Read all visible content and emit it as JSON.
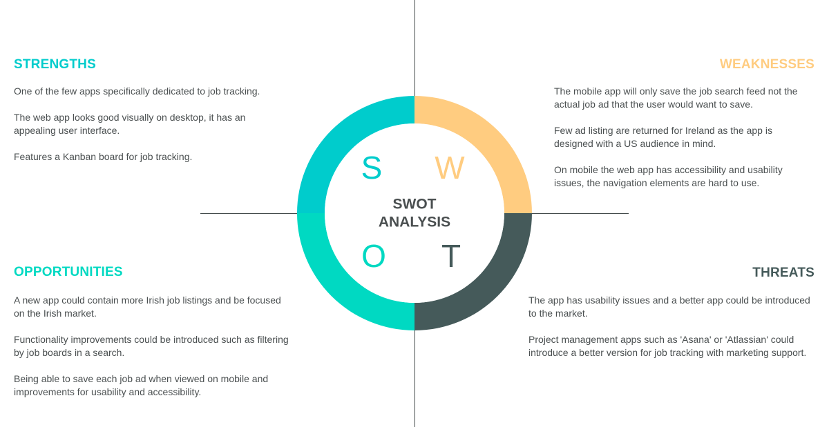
{
  "center_title": [
    "SWOT",
    "ANALYSIS"
  ],
  "letters": {
    "s": "S",
    "w": "W",
    "o": "O",
    "t": "T"
  },
  "colors": {
    "strengths": "#00cccc",
    "weaknesses": "#ffcc80",
    "opportunities": "#00d9c2",
    "threats": "#455a5a",
    "text": "#4a4f50",
    "lines": "#444c4c"
  },
  "strengths": {
    "title": "STRENGTHS",
    "items": [
      "One of the few apps specifically dedicated to job tracking.",
      "The web app looks good visually on desktop, it has an appealing user interface.",
      "Features a Kanban board for job tracking."
    ]
  },
  "weaknesses": {
    "title": "WEAKNESSES",
    "items": [
      "The mobile app will only save the job search feed not the actual job ad that the user would want to save.",
      "Few ad listing are returned for Ireland as the app is designed with a US audience in mind.",
      "On mobile the web app has accessibility and usability issues, the navigation elements are hard to use."
    ]
  },
  "opportunities": {
    "title": "OPPORTUNITIES",
    "items": [
      "A new app could contain more Irish job listings and be focused on the Irish market.",
      "Functionality improvements could be introduced such as filtering by job boards in a search.",
      "Being able to save each job ad when viewed on mobile and improvements for usability and accessibility."
    ]
  },
  "threats": {
    "title": "THREATS",
    "items": [
      "The app has usability issues and a better app could be introduced to the market.",
      "Project management apps such as 'Asana' or 'Atlassian' could introduce a better version for job tracking with marketing support."
    ]
  }
}
